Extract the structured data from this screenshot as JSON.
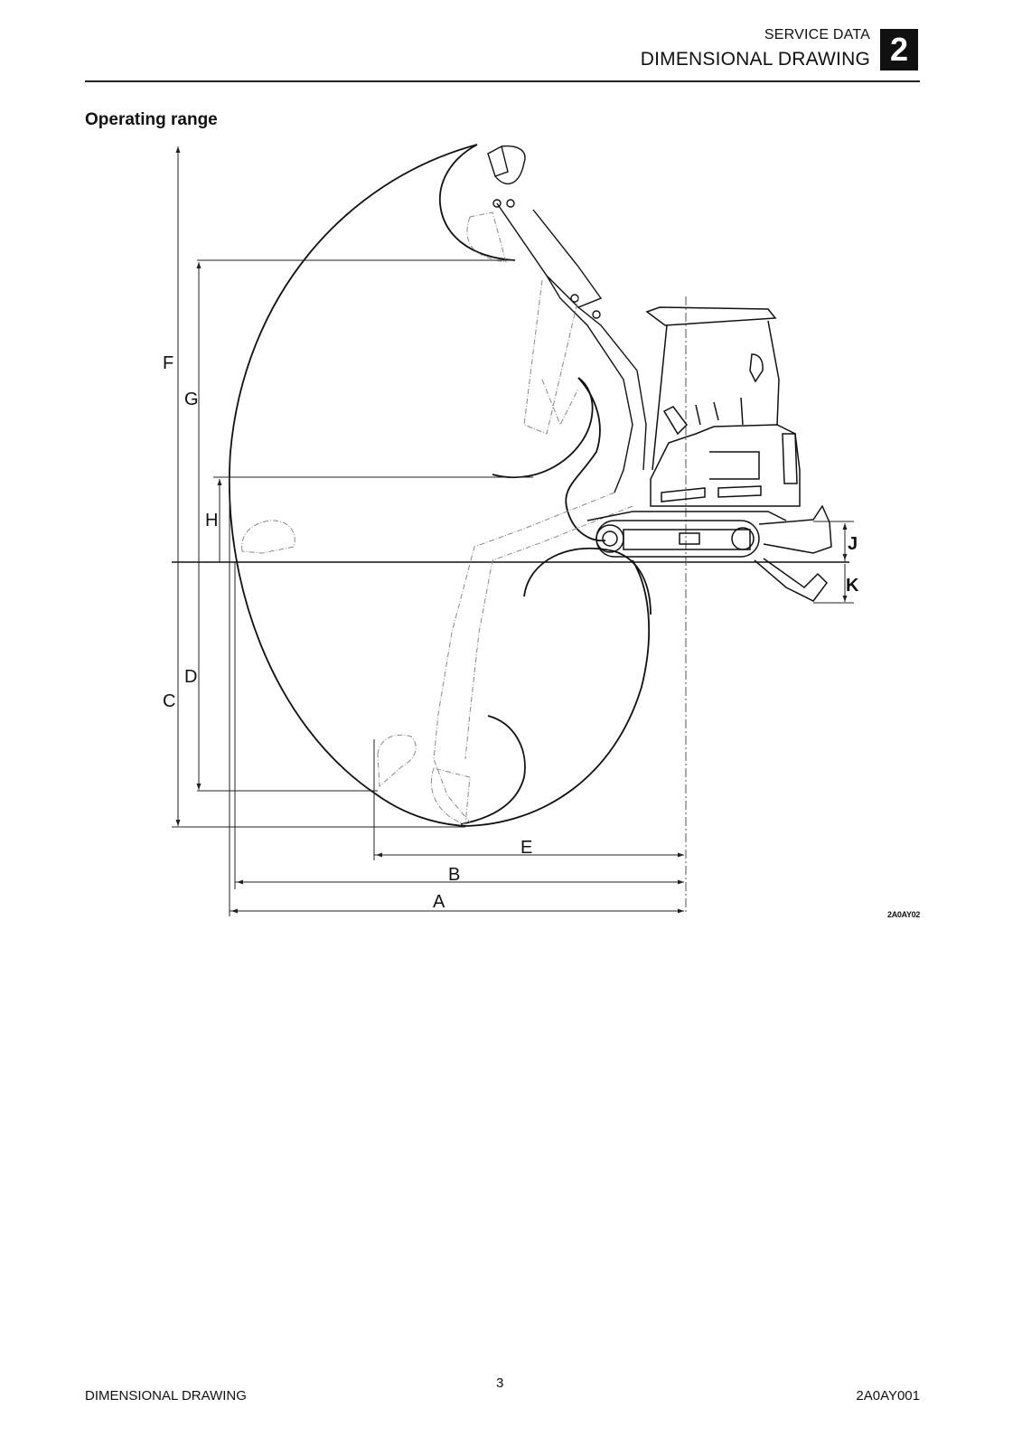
{
  "header": {
    "section": "SERVICE DATA",
    "title": "DIMENSIONAL DRAWING",
    "chapter_number": "2"
  },
  "content": {
    "section_title": "Operating range"
  },
  "figure": {
    "description": "Mini excavator operating range side-view drawing with dimension lines",
    "dimension_labels": {
      "A": "A",
      "B": "B",
      "C": "C",
      "D": "D",
      "E": "E",
      "F": "F",
      "G": "G",
      "H": "H",
      "J": "J",
      "K": "K"
    },
    "figure_code": "2A0AY02"
  },
  "footer": {
    "left": "DIMENSIONAL DRAWING",
    "page_number": "3",
    "right": "2A0AY001"
  }
}
